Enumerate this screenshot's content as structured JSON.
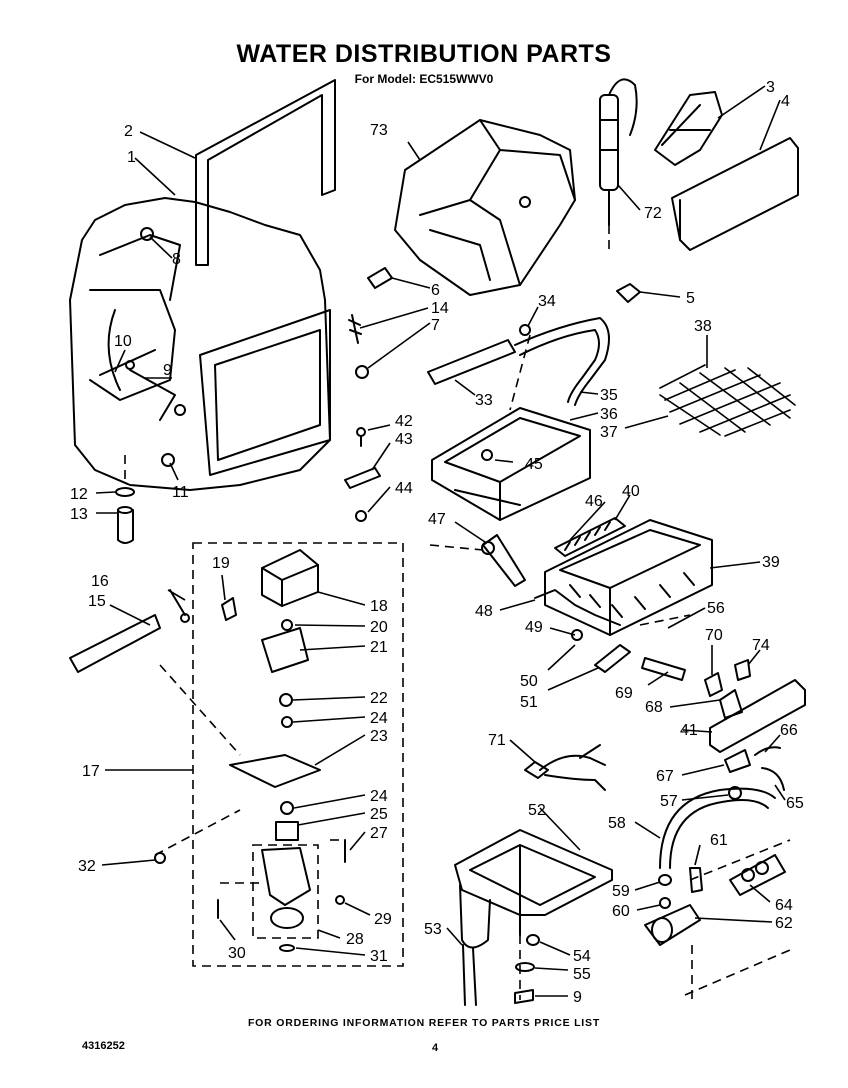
{
  "header": {
    "title": "WATER DISTRIBUTION PARTS",
    "subtitle": "For Model: EC515WWV0"
  },
  "footer": {
    "ordering_note": "FOR ORDERING INFORMATION REFER TO PARTS PRICE LIST",
    "document_number": "4316252",
    "page_number": "4"
  },
  "callouts": {
    "c1": "1",
    "c2": "2",
    "c3": "3",
    "c4": "4",
    "c5": "5",
    "c6": "6",
    "c7": "7",
    "c8": "8",
    "c9a": "9",
    "c9b": "9",
    "c10": "10",
    "c11": "11",
    "c12": "12",
    "c13": "13",
    "c14": "14",
    "c15": "15",
    "c16": "16",
    "c17": "17",
    "c18": "18",
    "c19": "19",
    "c20": "20",
    "c21": "21",
    "c22": "22",
    "c23": "23",
    "c24a": "24",
    "c24b": "24",
    "c25": "25",
    "c27": "27",
    "c28": "28",
    "c29": "29",
    "c30": "30",
    "c31": "31",
    "c32": "32",
    "c33": "33",
    "c34": "34",
    "c35": "35",
    "c36": "36",
    "c37": "37",
    "c38": "38",
    "c39": "39",
    "c40": "40",
    "c41": "41",
    "c42": "42",
    "c43": "43",
    "c44": "44",
    "c45": "45",
    "c46": "46",
    "c47": "47",
    "c48": "48",
    "c49": "49",
    "c50": "50",
    "c51": "51",
    "c52": "52",
    "c53": "53",
    "c54": "54",
    "c55": "55",
    "c56": "56",
    "c57": "57",
    "c58": "58",
    "c59": "59",
    "c60": "60",
    "c61": "61",
    "c62": "62",
    "c64": "64",
    "c65": "65",
    "c66": "66",
    "c67": "67",
    "c68": "68",
    "c69": "69",
    "c70": "70",
    "c71": "71",
    "c72": "72",
    "c73": "73",
    "c74": "74"
  }
}
